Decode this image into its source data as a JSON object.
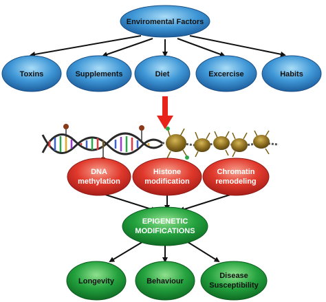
{
  "diagram": {
    "root": {
      "label": "Enviromental Factors",
      "color": "#2f7fc4"
    },
    "factors": [
      {
        "id": "toxins",
        "label": "Toxins"
      },
      {
        "id": "supplements",
        "label": "Supplements"
      },
      {
        "id": "diet",
        "label": "Diet"
      },
      {
        "id": "excercise",
        "label": "Excercise"
      },
      {
        "id": "habits",
        "label": "Habits"
      }
    ],
    "mechanisms": [
      {
        "id": "dna-methylation",
        "line1": "DNA",
        "line2": "methylation"
      },
      {
        "id": "histone-modification",
        "line1": "Histone",
        "line2": "modification"
      },
      {
        "id": "chromatin-remodeling",
        "line1": "Chromatin",
        "line2": "remodeling"
      }
    ],
    "hub": {
      "line1": "EPIGENETIC",
      "line2": "MODIFICATIONS"
    },
    "outcomes": [
      {
        "id": "longevity",
        "line1": "Longevity",
        "line2": ""
      },
      {
        "id": "behaviour",
        "line1": "Behaviour",
        "line2": ""
      },
      {
        "id": "disease-susceptibility",
        "line1": "Disease",
        "line2": "Susceptibility"
      }
    ],
    "colors": {
      "blue": "#2f7fc4",
      "red": "#d9302a",
      "green": "#1f9a3a",
      "arrow_red": "#e8231c",
      "nucleosome": "#8a6d1e"
    }
  }
}
